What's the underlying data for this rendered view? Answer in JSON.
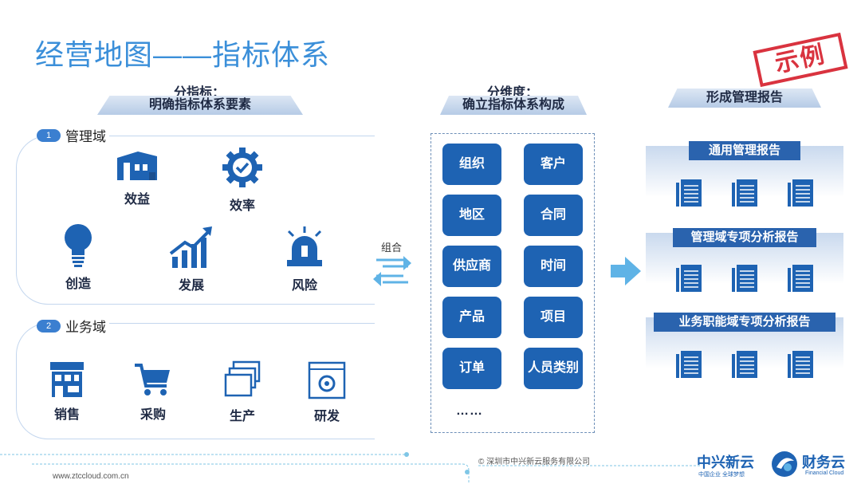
{
  "title": "经营地图——指标体系",
  "stamp": "示例",
  "left_header": {
    "line1": "分指标：",
    "line2": "明确指标体系要素"
  },
  "mid_header": {
    "line1": "分维度：",
    "line2": "确立指标体系构成"
  },
  "right_header": "形成管理报告",
  "domain1": {
    "num": "1",
    "label": "管理域",
    "items": [
      "效益",
      "效率",
      "创造",
      "发展",
      "风险"
    ]
  },
  "domain2": {
    "num": "2",
    "label": "业务域",
    "items": [
      "销售",
      "采购",
      "生产",
      "研发"
    ]
  },
  "combine_label": "组合",
  "dimensions": [
    "组织",
    "客户",
    "地区",
    "合同",
    "供应商",
    "时间",
    "产品",
    "项目",
    "订单",
    "人员类别"
  ],
  "dimensions_more": "……",
  "reports": [
    "通用管理报告",
    "管理域专项分析报告",
    "业务职能域专项分析报告"
  ],
  "footer": {
    "url": "www.ztccloud.com.cn",
    "copyright": "© 深圳市中兴新云服务有限公司",
    "brand1": "中兴新云",
    "brand1_sub": "中国企业 全球梦想",
    "brand2": "财务云",
    "brand2_sub": "Financial Cloud"
  },
  "colors": {
    "accent": "#3b8fd9",
    "primary": "#1e63b3",
    "stamp": "#d9333f"
  }
}
